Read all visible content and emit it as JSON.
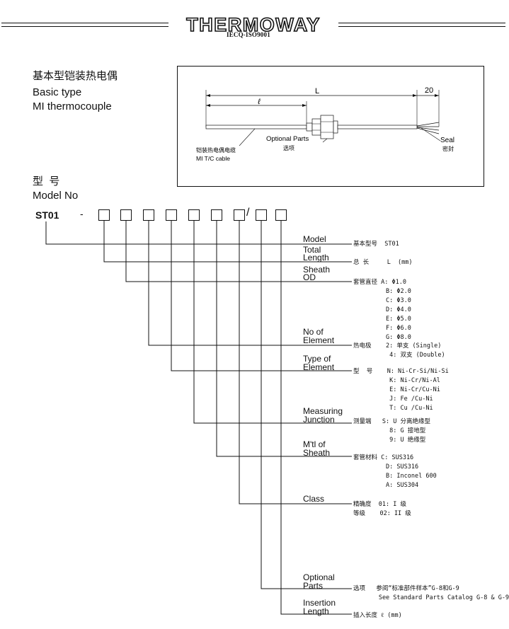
{
  "header": {
    "brand": "THERMOWAY",
    "certification": "IECQ-ISO9001"
  },
  "title": {
    "cn": "基本型铠装热电偶",
    "en1": "Basic type",
    "en2": "MI thermocouple"
  },
  "diagram": {
    "dim_L": "L",
    "dim_l": "ℓ",
    "dim_20": "20",
    "optional_parts_en": "Optional Parts",
    "optional_parts_cn": "选项",
    "cable_cn": "铠装热电偶电缆",
    "cable_en": "MI T/C cable",
    "seal_en": "Seal",
    "seal_cn": "密封"
  },
  "model_section": {
    "title_cn": "型  号",
    "title_en": "Model No",
    "code": "ST01",
    "dash": "-",
    "slash": "/"
  },
  "fields": [
    {
      "label1": "Model",
      "label2": ""
    },
    {
      "label1": "Total",
      "label2": "Length"
    },
    {
      "label1": "Sheath",
      "label2": "OD"
    },
    {
      "label1": "No of",
      "label2": "Element"
    },
    {
      "label1": "Type of",
      "label2": "Element"
    },
    {
      "label1": "Measuring",
      "label2": "Junction"
    },
    {
      "label1": "M'tl of",
      "label2": "Sheath"
    },
    {
      "label1": "Class",
      "label2": ""
    },
    {
      "label1": "Optional",
      "label2": "Parts"
    },
    {
      "label1": "Insertion",
      "label2": "Length"
    }
  ],
  "specs": {
    "model": "基本型号  ST01",
    "total_length": "总 长     L  (mm)",
    "sheath_od": "套管直径 A: Φ1.0\n         B: Φ2.0\n         C: Φ3.0\n         D: Φ4.0\n         E: Φ5.0\n         F: Φ6.0\n         G: Φ8.0",
    "no_of_element": "热电极    2: 单支 (Single)\n          4: 双支 (Double)",
    "type_of_element": "型  号    N: Ni-Cr-Si/Ni-Si\n          K: Ni-Cr/Ni-Al\n          E: Ni-Cr/Cu-Ni\n          J: Fe /Cu-Ni\n          T: Cu /Cu-Ni",
    "measuring_junction": "测量端   S: U 分离绝缘型\n          8: G 接地型\n          9: U 绝缘型",
    "mtl_of_sheath": "套管材料 C: SUS316\n         D: SUS316\n         B: Inconel 600\n         A: SUS304",
    "class": "精确度  01: I 级\n等级    02: II 级",
    "optional_parts": "选项   参阅“标准部件样本”G-8和G-9\n       See Standard Parts Catalog G-8 & G-9",
    "insertion_length": "插入长度 ℓ (mm)"
  }
}
